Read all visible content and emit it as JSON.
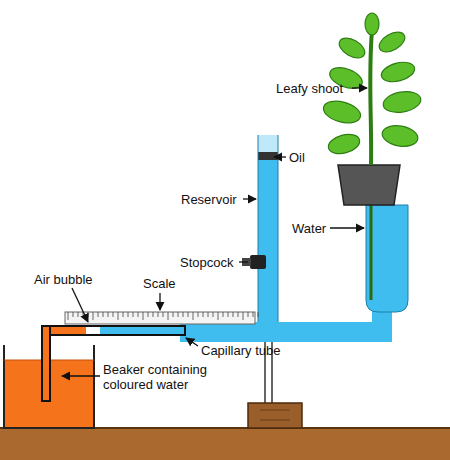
{
  "diagram": {
    "labels": [
      "Leafy shoot",
      "Oil",
      "Reservoir",
      "Water",
      "Stopcock",
      "Air bubble",
      "Scale",
      "Capillary tube",
      "Beaker containing coloured water"
    ]
  }
}
